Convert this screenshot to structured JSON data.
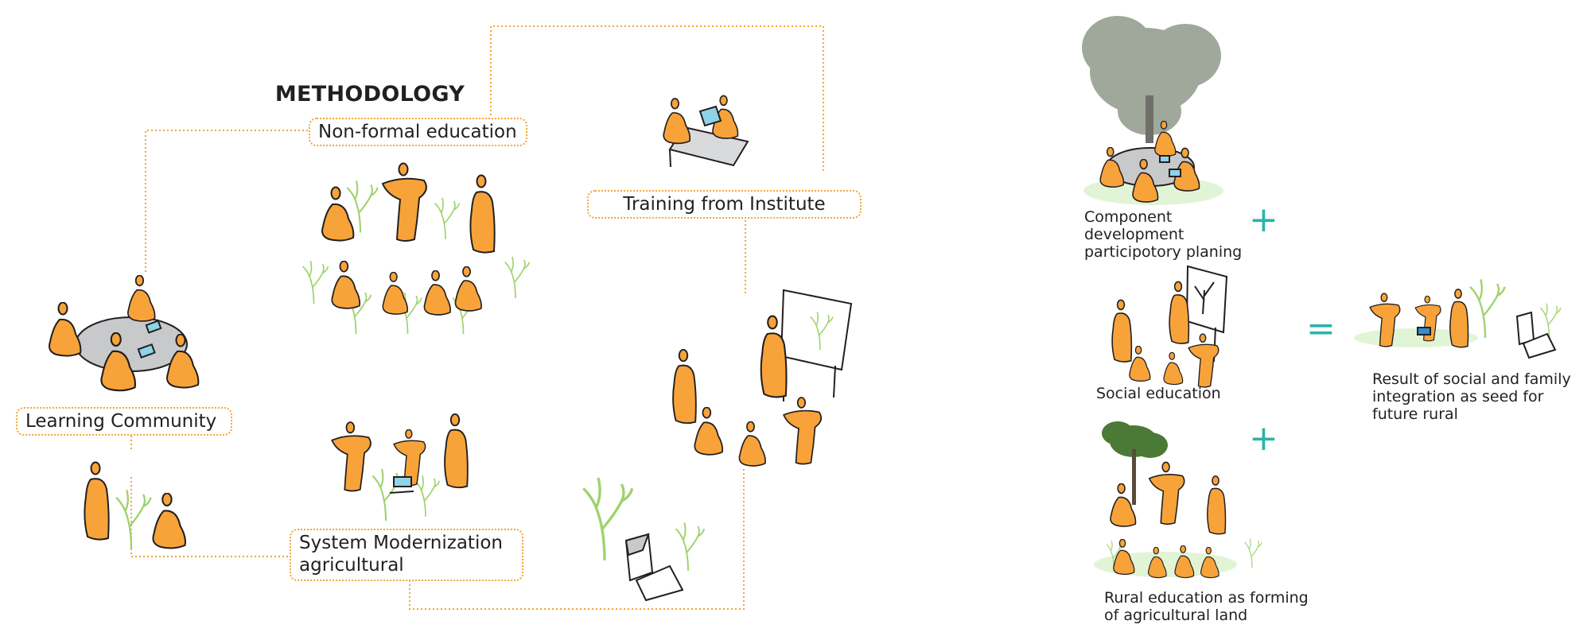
{
  "title": "METHODOLOGY",
  "boxes": {
    "nonformal": "Non-formal education",
    "training": "Training from Institute",
    "learning": "Learning Community",
    "system_line1": "System Modernization",
    "system_line2": "agricultural"
  },
  "right": {
    "component_line1": "Component",
    "component_line2": "development",
    "component_line3": "participotory planing",
    "social": "Social education",
    "rural_line1": "Rural education as forming",
    "rural_line2": "of agricultural land",
    "result_line1": "Result of social and family",
    "result_line2": "integration as seed for",
    "result_line3": "future rural",
    "plus": "+",
    "equals": "="
  },
  "colors": {
    "figure": "#f7a33a",
    "connector": "#f4a63a",
    "plant": "#9fd26e",
    "table": "#c8c9cb",
    "accent": "#2bb3a7",
    "screen": "#8fd3e8"
  }
}
